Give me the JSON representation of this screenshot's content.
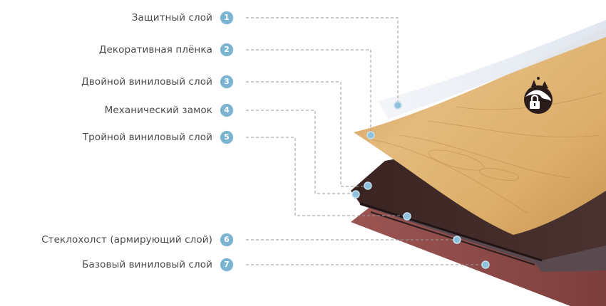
{
  "diagram": {
    "subject": "Laminated vinyl floor plank layer structure",
    "accent_color": "#7ab4d0",
    "leader_line_color": "#9a9a9a",
    "layers": [
      {
        "number": "1",
        "label": "Защитный слой"
      },
      {
        "number": "2",
        "label": "Декоративная плёнка"
      },
      {
        "number": "3",
        "label": "Двойной виниловый слой"
      },
      {
        "number": "4",
        "label": "Механический замок"
      },
      {
        "number": "5",
        "label": "Тройной виниловый слой"
      },
      {
        "number": "6",
        "label": "Стеклохолст (армирующий слой)"
      },
      {
        "number": "7",
        "label": "Базовый виниловый слой"
      }
    ],
    "icons": {
      "waterproof": "waterproof-lock-icon"
    },
    "colors": {
      "protective_film": "#eef2f7",
      "wood_light": "#e2b878",
      "wood_dark": "#c8944f",
      "vinyl_dark": "#3b2624",
      "lock_groove": "#4a3a3e",
      "base_vinyl": "#8c4a48"
    }
  }
}
